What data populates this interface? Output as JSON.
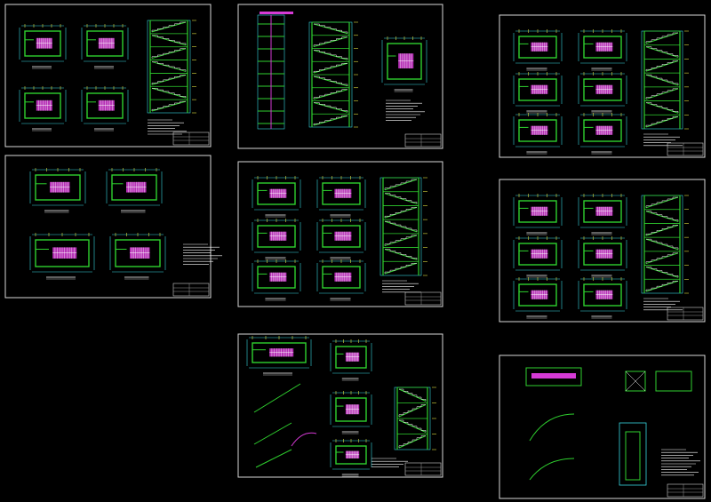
{
  "colors": {
    "background": "#000000",
    "sheet_border": "#d8d8d8",
    "wall": "#2fd12f",
    "stair_fill": "#d63ad6",
    "dimension": "#36d7e0",
    "annotation": "#ffffff",
    "axis": "#e0e040"
  },
  "sheets": [
    {
      "id": "sheet-1",
      "kind": "plans4-section"
    },
    {
      "id": "sheet-2",
      "kind": "plans4"
    },
    {
      "id": "sheet-3",
      "kind": "tall-elevation"
    },
    {
      "id": "sheet-4",
      "kind": "plans6-section"
    },
    {
      "id": "sheet-5",
      "kind": "mixed-details"
    },
    {
      "id": "sheet-6",
      "kind": "plans6-section"
    },
    {
      "id": "sheet-7",
      "kind": "plans6-section"
    },
    {
      "id": "sheet-8",
      "kind": "details"
    }
  ]
}
